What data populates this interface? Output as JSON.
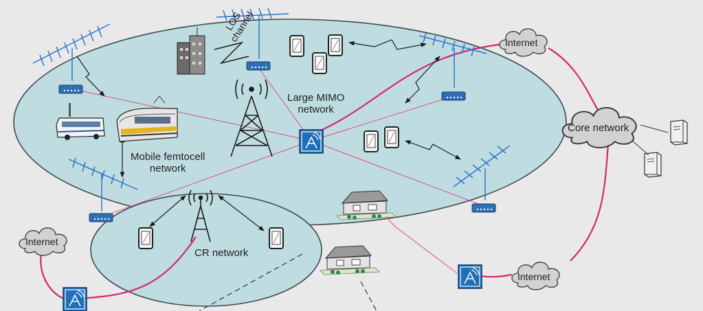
{
  "labels": {
    "los_line1": "LOS",
    "los_line2": "channel",
    "mimo_line1": "Large MIMO",
    "mimo_line2": "network",
    "femto_line1": "Mobile femtocell",
    "femto_line2": "network",
    "cr": "CR network",
    "internet_top": "Internet",
    "internet_left": "Internet",
    "internet_bottom": "Internet",
    "core": "Core network"
  },
  "colors": {
    "cell_fill": "#bfdde1",
    "cell_stroke": "#3e4a4f",
    "backhaul": "#d22774",
    "link": "#d94c88",
    "antenna": "#2f74c9",
    "access_point": "#1e6fb8",
    "cloud": "#d2d2d2",
    "background": "#e9e9e9"
  },
  "icons": [
    "yagi-antenna-icon",
    "wireless-router-icon",
    "tablet-icon",
    "building-icon",
    "cell-tower-icon",
    "base-station-icon",
    "bus-icon",
    "train-icon",
    "house-icon",
    "server-icon",
    "cloud-icon",
    "lightning-link-icon"
  ]
}
